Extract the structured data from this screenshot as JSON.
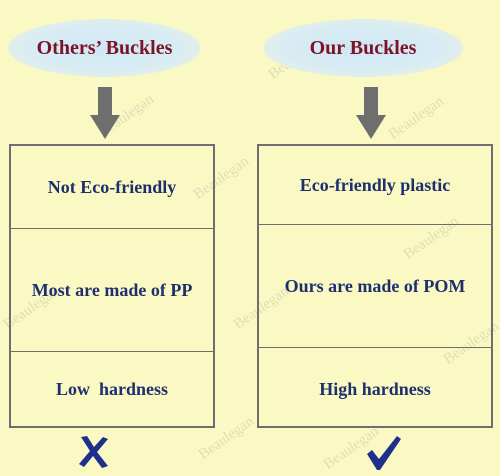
{
  "left_panel": {
    "title": "Others’ Buckles",
    "rows": [
      "Not Eco-friendly",
      "Most are made of PP",
      "Low  hardness"
    ],
    "mark_icon": "x-mark-icon"
  },
  "right_panel": {
    "title": "Our Buckles",
    "rows": [
      "Eco-friendly plastic",
      "Ours are made of POM",
      "High hardness"
    ],
    "mark_icon": "check-mark-icon"
  },
  "watermark": "Beaulegan",
  "colors": {
    "background": "#fbf9c3",
    "title_text": "#7a1428",
    "row_text": "#1e2f6e",
    "arrow": "#6e6e6e",
    "bubble": "#cfe7f5",
    "mark": "#1e2f8c"
  }
}
